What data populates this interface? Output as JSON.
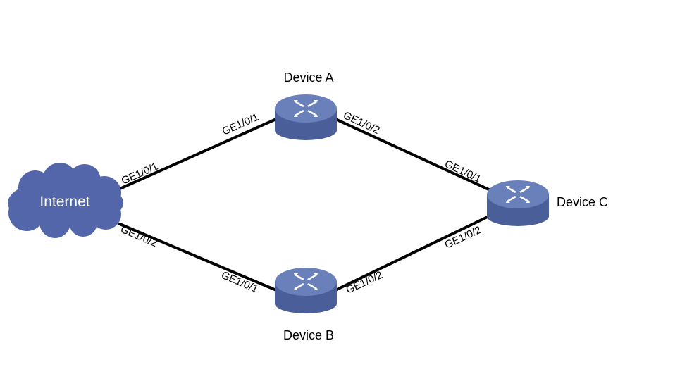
{
  "colors": {
    "device_top": "#6a80bb",
    "device_side": "#4a5e99",
    "cloud": "#5466aa",
    "link": "#000000",
    "arrow": "#ffffff"
  },
  "nodes": {
    "internet": {
      "label": "Internet",
      "icon": "cloud-icon"
    },
    "device_a": {
      "label": "Device A",
      "icon": "switch-icon"
    },
    "device_b": {
      "label": "Device B",
      "icon": "switch-icon"
    },
    "device_c": {
      "label": "Device C",
      "icon": "switch-icon"
    }
  },
  "links": [
    {
      "from": "internet",
      "to": "device_a",
      "from_port": "GE1/0/1",
      "to_port": "GE1/0/1"
    },
    {
      "from": "internet",
      "to": "device_b",
      "from_port": "GE1/0/2",
      "to_port": "GE1/0/1"
    },
    {
      "from": "device_a",
      "to": "device_c",
      "from_port": "GE1/0/2",
      "to_port": "GE1/0/1"
    },
    {
      "from": "device_b",
      "to": "device_c",
      "from_port": "GE1/0/2",
      "to_port": "GE1/0/2"
    }
  ]
}
